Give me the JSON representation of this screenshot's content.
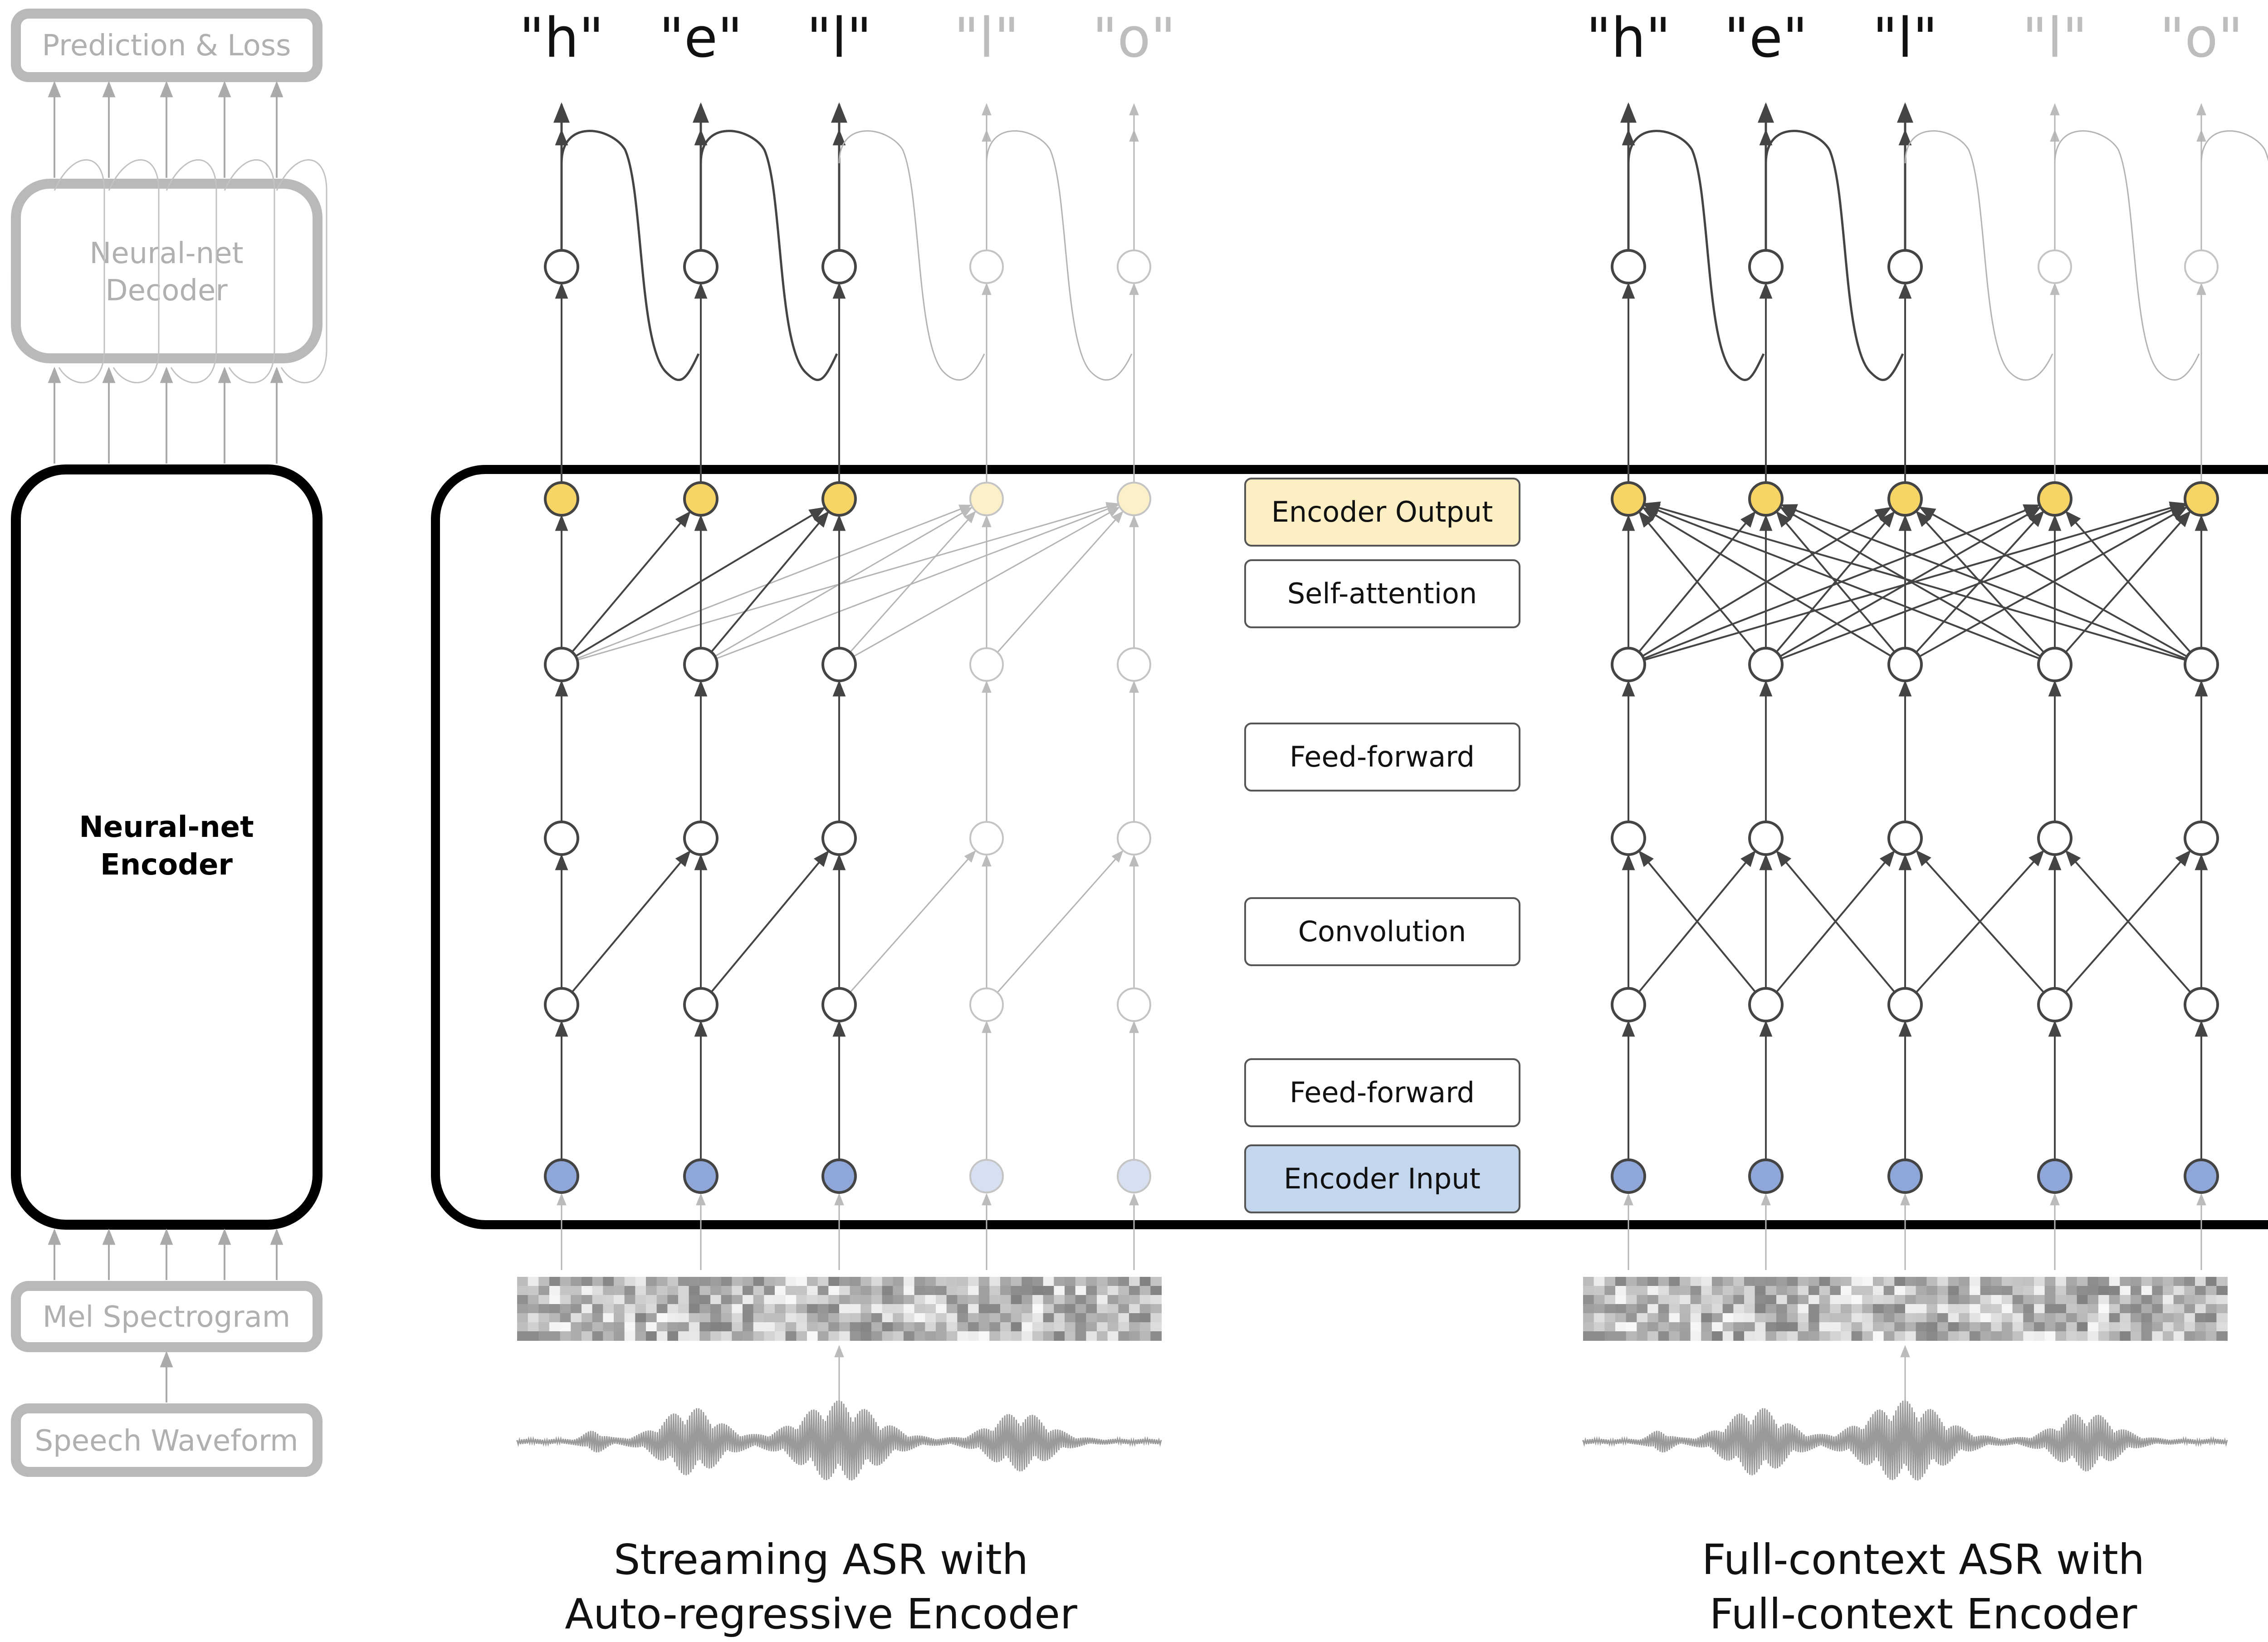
{
  "pipeline": {
    "prediction_loss": "Prediction & Loss",
    "decoder": [
      "Neural-net",
      "Decoder"
    ],
    "encoder": [
      "Neural-net",
      "Encoder"
    ],
    "mel": "Mel Spectrogram",
    "waveform": "Speech Waveform"
  },
  "tokens": [
    "\"h\"",
    "\"e\"",
    "\"l\"",
    "\"l\"",
    "\"o\""
  ],
  "layers": {
    "output": "Encoder Output",
    "self_attention": "Self-attention",
    "ff_top": "Feed-forward",
    "convolution": "Convolution",
    "ff_bottom": "Feed-forward",
    "input": "Encoder Input"
  },
  "captions": {
    "streaming": [
      "Streaming ASR with",
      "Auto-regressive Encoder"
    ],
    "full": [
      "Full-context ASR with",
      "Full-context Encoder"
    ]
  },
  "colors": {
    "output_node": "#f6d466",
    "output_box": "#fcefc4",
    "input_node": "#8ea6d8",
    "input_box": "#c4d6ee",
    "dark": "#444444",
    "muted": "#b4b4b4"
  }
}
